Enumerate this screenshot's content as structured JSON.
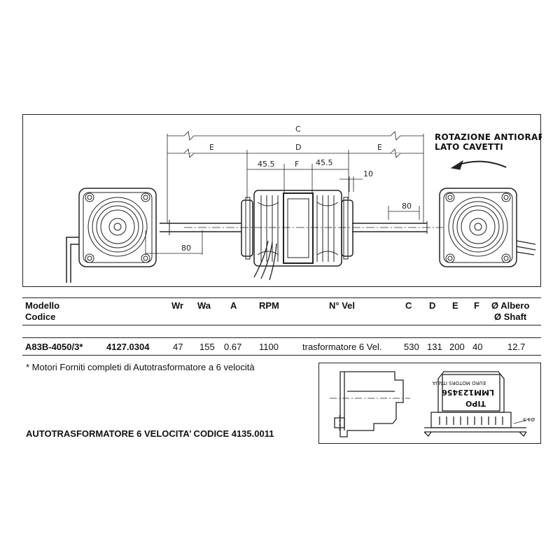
{
  "drawing": {
    "dim_c": "C",
    "dim_d": "D",
    "dim_e_left": "E",
    "dim_e_right": "E",
    "dim_f": "F",
    "dim_45_left": "45.5",
    "dim_45_right": "45.5",
    "dim_10": "10",
    "dim_80_left": "80",
    "dim_80_right": "80",
    "rotation_line1": "ROTAZIONE ANTIORARIA",
    "rotation_line2": "LATO CAVETTI"
  },
  "table": {
    "headers": {
      "modello": "Modello",
      "codice": "Codice",
      "wr": "Wr",
      "wa": "Wa",
      "a": "A",
      "rpm": "RPM",
      "nvel": "N° Vel",
      "c": "C",
      "d": "D",
      "e": "E",
      "f": "F",
      "albero": "Ø Albero",
      "shaft": "Ø Shaft"
    },
    "row": {
      "modello": "A83B-4050/3*",
      "codice": "4127.0304",
      "wr": "47",
      "wa": "155",
      "a": "0.67",
      "rpm": "1100",
      "nvel": "trasformatore 6 Vel.",
      "c": "530",
      "d": "131",
      "e": "200",
      "f": "40",
      "albero": "12.7"
    }
  },
  "footnote": "* Motori Forniti completi di Autotrasformatore a 6 velocità",
  "autotransformer_title": "AUTOTRASFORMATORE 6 VELOCITA’ CODICE 4135.0011",
  "transformer_labels": {
    "tipo": "TIPO",
    "model": "LMM123456",
    "brand": "EURO MOTORS ITALIA",
    "hole": "Ø4.3"
  }
}
